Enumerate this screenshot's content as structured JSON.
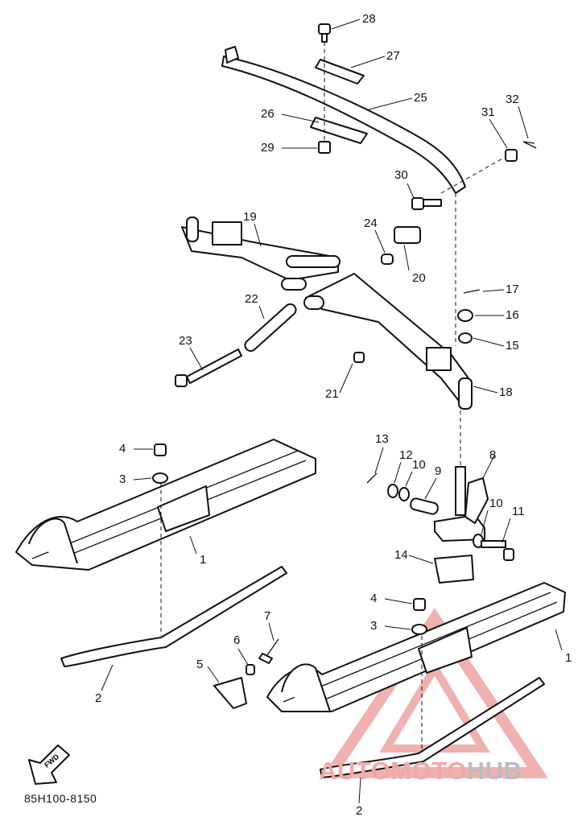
{
  "callouts": [
    {
      "id": "28",
      "label": "28"
    },
    {
      "id": "27",
      "label": "27"
    },
    {
      "id": "25",
      "label": "25"
    },
    {
      "id": "26",
      "label": "26"
    },
    {
      "id": "29",
      "label": "29"
    },
    {
      "id": "31",
      "label": "31"
    },
    {
      "id": "32",
      "label": "32"
    },
    {
      "id": "30",
      "label": "30"
    },
    {
      "id": "19",
      "label": "19"
    },
    {
      "id": "24",
      "label": "24"
    },
    {
      "id": "20",
      "label": "20"
    },
    {
      "id": "17",
      "label": "17"
    },
    {
      "id": "16",
      "label": "16"
    },
    {
      "id": "15",
      "label": "15"
    },
    {
      "id": "22",
      "label": "22"
    },
    {
      "id": "23",
      "label": "23"
    },
    {
      "id": "21",
      "label": "21"
    },
    {
      "id": "18",
      "label": "18"
    },
    {
      "id": "4a",
      "label": "4"
    },
    {
      "id": "3a",
      "label": "3"
    },
    {
      "id": "13",
      "label": "13"
    },
    {
      "id": "12",
      "label": "12"
    },
    {
      "id": "10a",
      "label": "10"
    },
    {
      "id": "9",
      "label": "9"
    },
    {
      "id": "8",
      "label": "8"
    },
    {
      "id": "10b",
      "label": "10"
    },
    {
      "id": "11",
      "label": "11"
    },
    {
      "id": "14",
      "label": "14"
    },
    {
      "id": "4b",
      "label": "4"
    },
    {
      "id": "3b",
      "label": "3"
    },
    {
      "id": "1a",
      "label": "1"
    },
    {
      "id": "1b",
      "label": "1"
    },
    {
      "id": "7",
      "label": "7"
    },
    {
      "id": "6",
      "label": "6"
    },
    {
      "id": "5",
      "label": "5"
    },
    {
      "id": "2a",
      "label": "2"
    },
    {
      "id": "2b",
      "label": "2"
    }
  ],
  "fwd_label": "FWD",
  "diagram_code": "85H100-8150",
  "watermark": {
    "part1": "AUTOMOTO",
    "part2": "HUB",
    "color1": "#f2a8a8",
    "color2": "#bdbdbd"
  }
}
